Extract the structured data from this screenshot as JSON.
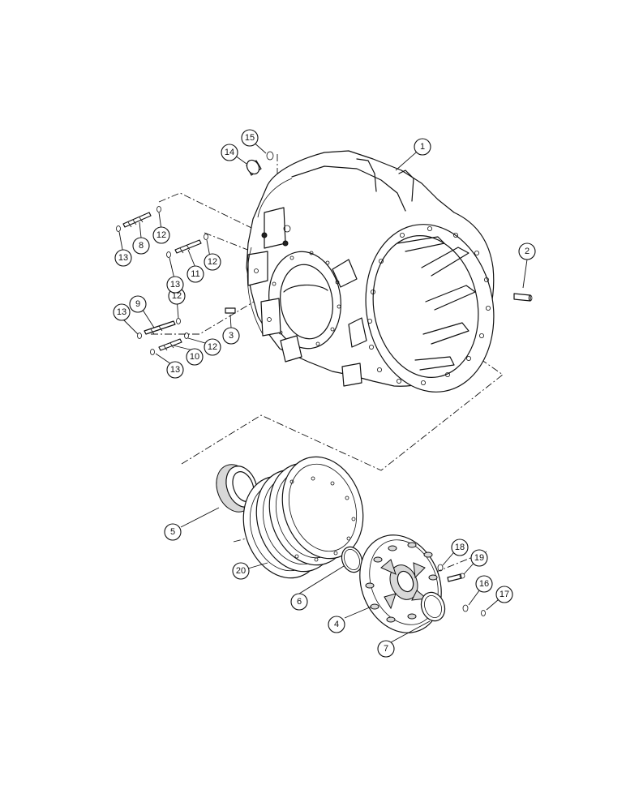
{
  "callouts": [
    {
      "id": "c1",
      "label": "1"
    },
    {
      "id": "c2",
      "label": "2"
    },
    {
      "id": "c3",
      "label": "3"
    },
    {
      "id": "c4",
      "label": "4"
    },
    {
      "id": "c5",
      "label": "5"
    },
    {
      "id": "c6",
      "label": "6"
    },
    {
      "id": "c7",
      "label": "7"
    },
    {
      "id": "c8",
      "label": "8"
    },
    {
      "id": "c9",
      "label": "9"
    },
    {
      "id": "c10",
      "label": "10"
    },
    {
      "id": "c11",
      "label": "11"
    },
    {
      "id": "c12a",
      "label": "12"
    },
    {
      "id": "c12b",
      "label": "12"
    },
    {
      "id": "c12c",
      "label": "12"
    },
    {
      "id": "c12d",
      "label": "12"
    },
    {
      "id": "c13a",
      "label": "13"
    },
    {
      "id": "c13b",
      "label": "13"
    },
    {
      "id": "c13c",
      "label": "13"
    },
    {
      "id": "c13d",
      "label": "13"
    },
    {
      "id": "c14",
      "label": "14"
    },
    {
      "id": "c15",
      "label": "15"
    },
    {
      "id": "c16",
      "label": "16"
    },
    {
      "id": "c17",
      "label": "17"
    },
    {
      "id": "c18",
      "label": "18"
    },
    {
      "id": "c19",
      "label": "19"
    },
    {
      "id": "c20",
      "label": "20"
    }
  ]
}
